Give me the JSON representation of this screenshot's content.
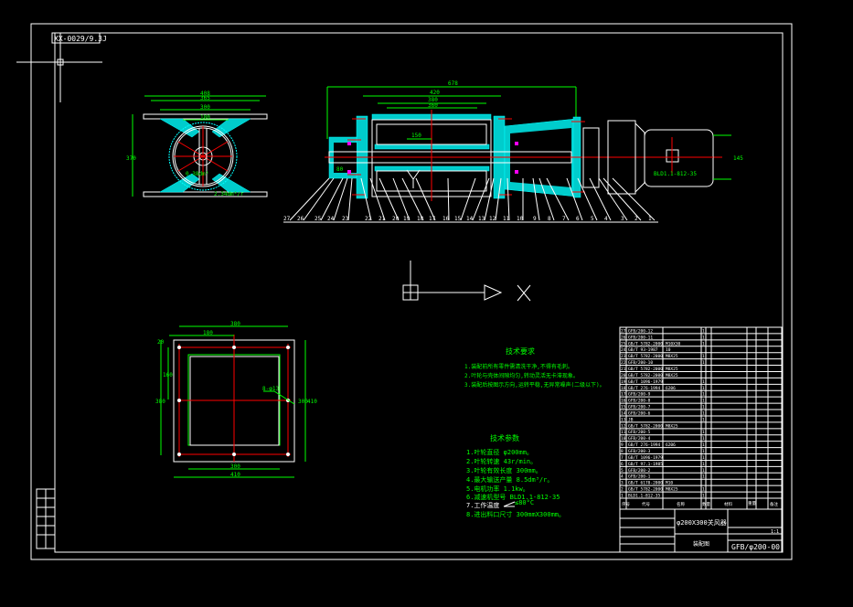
{
  "drawing_id": "XX-0029/9.3J",
  "side_view": {
    "dims": [
      "408",
      "365",
      "300",
      "180",
      "370"
    ],
    "labels": [
      "0.38dm³",
      "2.34dm³/r"
    ]
  },
  "section_view": {
    "dims": [
      "678",
      "420",
      "380",
      "360",
      "150",
      "80",
      "145"
    ],
    "motor_label": "BLD1.1-812-35",
    "part_numbers": [
      "27",
      "26",
      "25",
      "24",
      "23",
      "22",
      "21",
      "20",
      "19",
      "18",
      "17",
      "16",
      "15",
      "14",
      "13",
      "12",
      "11",
      "10",
      "9",
      "8",
      "7",
      "6",
      "5",
      "4",
      "3",
      "2",
      "1"
    ]
  },
  "plan_view": {
    "dims": [
      "380",
      "180",
      "300",
      "410",
      "20",
      "160",
      "380",
      "300",
      "410",
      "8-φ13"
    ]
  },
  "tech_requirements": {
    "title": "技术要求",
    "items": [
      "1.装配前所有零件需清洗干净,不得有毛刺。",
      "2.叶轮与壳体间隙均匀,转动灵活无卡滞现象。",
      "3.装配后按图示方向,运转平稳,无异常噪声(二级以下)。"
    ]
  },
  "tech_params": {
    "title": "技术参数",
    "items": [
      "1.叶轮直径 φ200mm。",
      "2.叶轮转速 43r/min。",
      "3.叶轮有效长度 300mm。",
      "4.最大输送产量 8.5dm³/r。",
      "5.电机功率 1.1kw。",
      "6.减速机型号 BLD1.1-812-35",
      "7.工作温度",
      "8.进出料口尺寸 300mmX300mm。"
    ],
    "temperature": "≤80°C"
  },
  "bom": {
    "rows": [
      {
        "no": "27",
        "code": "GFB/200-12",
        "name": "",
        "qty": "1"
      },
      {
        "no": "26",
        "code": "GFB/200-11",
        "name": "",
        "qty": "1"
      },
      {
        "no": "25",
        "code": "GB/T 5782-2000",
        "name": "M10X30",
        "qty": "1"
      },
      {
        "no": "24",
        "code": "GB/T 93-1987",
        "name": "10",
        "qty": ""
      },
      {
        "no": "23",
        "code": "GB/T 5782-2000",
        "name": "M8X25",
        "qty": "1"
      },
      {
        "no": "22",
        "code": "GFB/200-10",
        "name": "",
        "qty": "1"
      },
      {
        "no": "21",
        "code": "GB/T 5782-2000",
        "name": "M8X25",
        "qty": ""
      },
      {
        "no": "20",
        "code": "GB/T 5782-2000",
        "name": "M8X25",
        "qty": ""
      },
      {
        "no": "19",
        "code": "GB/T 1096-1979",
        "name": "",
        "qty": "1"
      },
      {
        "no": "18",
        "code": "GB/T 276-1994",
        "name": "6206",
        "qty": "1"
      },
      {
        "no": "17",
        "code": "GFB/200-9",
        "name": "",
        "qty": "1"
      },
      {
        "no": "16",
        "code": "GFB/200-8",
        "name": "",
        "qty": "1"
      },
      {
        "no": "15",
        "code": "GFB/200-7",
        "name": "",
        "qty": "1"
      },
      {
        "no": "14",
        "code": "GFB/200-6",
        "name": "",
        "qty": "1"
      },
      {
        "no": "13",
        "code": "JB",
        "name": "",
        "qty": "1"
      },
      {
        "no": "12",
        "code": "GB/T 5782-2000",
        "name": "M8X25",
        "qty": ""
      },
      {
        "no": "11",
        "code": "GFB/200-5",
        "name": "",
        "qty": "1"
      },
      {
        "no": "10",
        "code": "GFB/200-4",
        "name": "",
        "qty": "1"
      },
      {
        "no": "9",
        "code": "GB/T 276-1994",
        "name": "6206",
        "qty": "1"
      },
      {
        "no": "8",
        "code": "GFB/200-3",
        "name": "",
        "qty": "1"
      },
      {
        "no": "7",
        "code": "GB/T 1096-1979",
        "name": "",
        "qty": "1"
      },
      {
        "no": "6",
        "code": "GB/T 97.1-1985",
        "name": "",
        "qty": "1"
      },
      {
        "no": "5",
        "code": "GFB/200-2",
        "name": "",
        "qty": "1"
      },
      {
        "no": "4",
        "code": "GFB/200-1",
        "name": "",
        "qty": "1"
      },
      {
        "no": "3",
        "code": "GB/T 6170-2000",
        "name": "M10",
        "qty": ""
      },
      {
        "no": "2",
        "code": "GB/T 5782-2000",
        "name": "M8X25",
        "qty": "1"
      },
      {
        "no": "1",
        "code": "BLD1.1-812-35",
        "name": "",
        "qty": "1"
      }
    ],
    "header": {
      "no": "序号",
      "code": "代号",
      "name": "名称",
      "qty": "数量",
      "material": "材料",
      "weight": "重量",
      "remark": "备注"
    }
  },
  "title_block": {
    "product": "φ200X300关风器",
    "drawing_no": "GFB/φ200-00",
    "label_assembly": "装配图",
    "scale": "1:1"
  },
  "colors": {
    "background": "#000000",
    "outline": "#ffffff",
    "dimension": "#00ff00",
    "centerline": "#ff0000",
    "hatch": "#00ffff"
  }
}
